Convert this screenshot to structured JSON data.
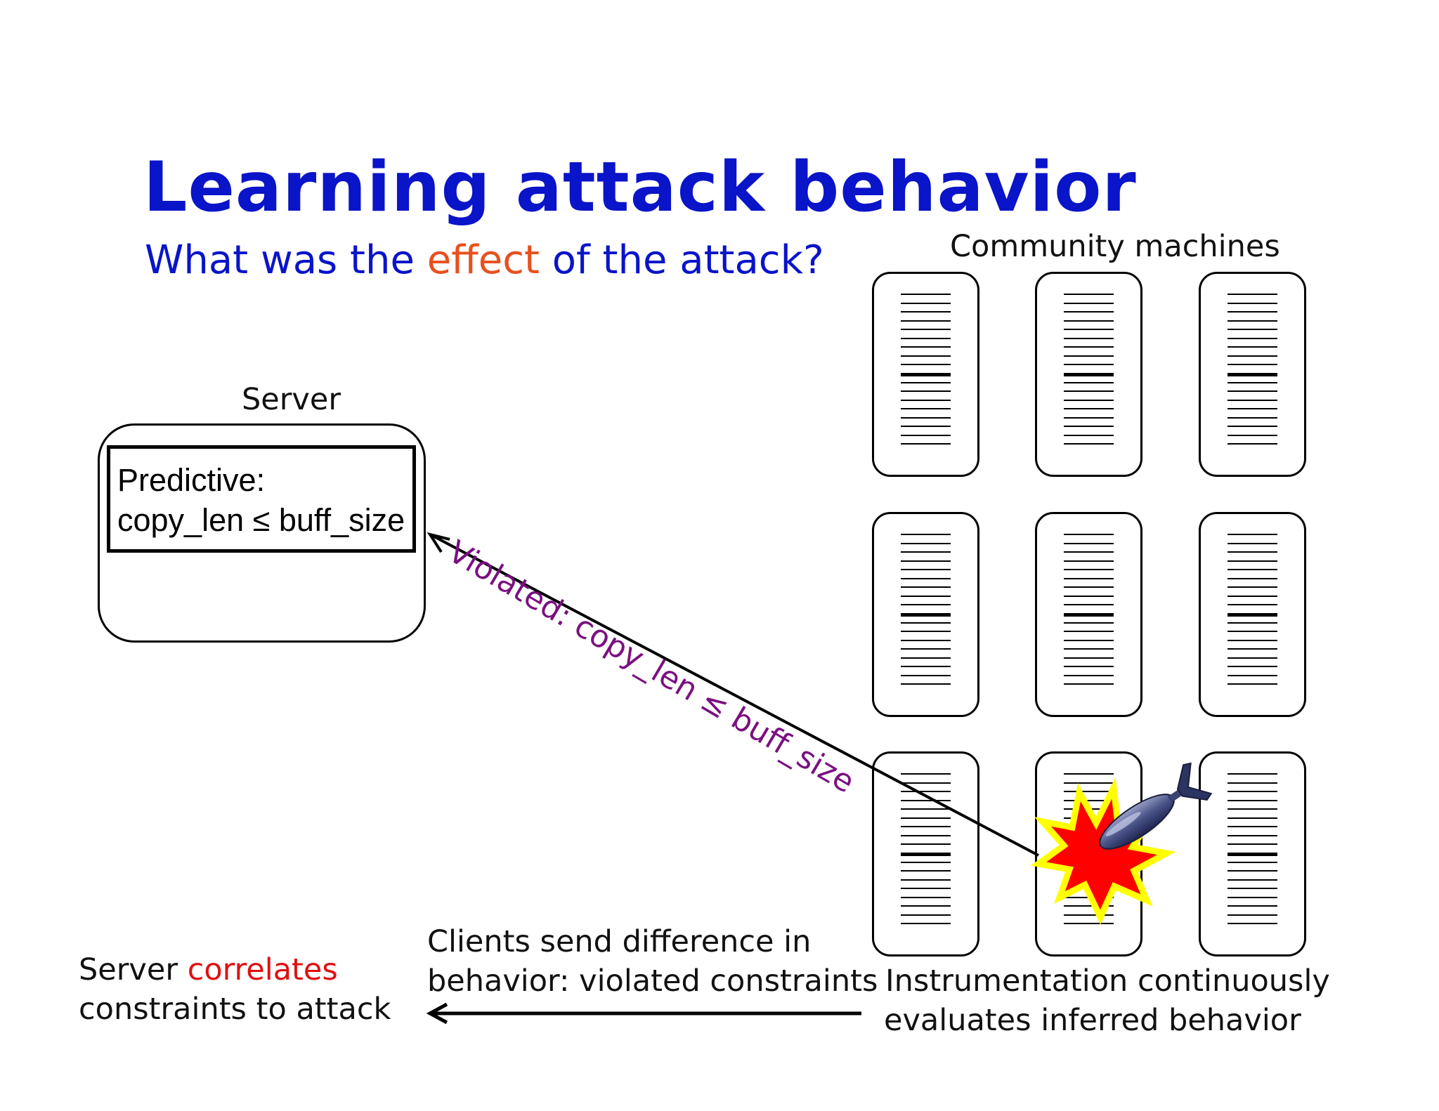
{
  "title": "Learning attack behavior",
  "subtitle": {
    "part1": "What was the ",
    "accent": "effect",
    "part2": " of the attack?"
  },
  "community_label": "Community machines",
  "server": {
    "label": "Server",
    "predictive_line1": "Predictive:",
    "predictive_line2": "copy_len ≤ buff_size"
  },
  "violated_label": "Violated:  copy_len ≤ buff_size",
  "clients_note": {
    "line1": "Clients send difference in",
    "line2": "behavior: violated constraints"
  },
  "instrumentation_note": {
    "line1": "Instrumentation continuously",
    "line2": "evaluates inferred behavior"
  },
  "server_note": {
    "part1": "Server ",
    "accent": "correlates",
    "line2": "constraints to attack"
  },
  "colors": {
    "title": "#0a14c8",
    "accent_orange": "#e8501e",
    "violated": "#7a1080",
    "correlates": "#e01010",
    "explosion_fill": "#ff0000",
    "explosion_outline": "#ffff00"
  },
  "icons": [
    "bomb-icon",
    "explosion-icon"
  ]
}
